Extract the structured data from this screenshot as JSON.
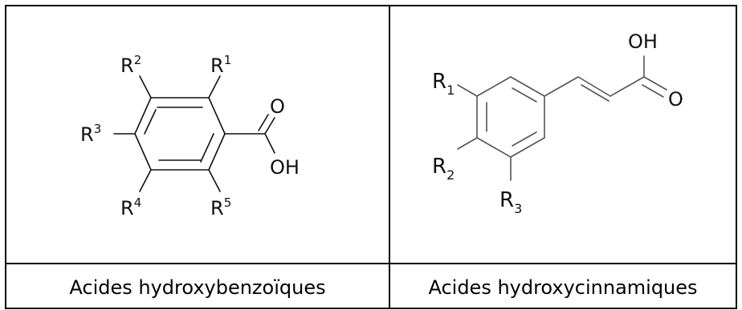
{
  "table": {
    "left": {
      "caption": "Acides hydroxybenzoïques",
      "labels": {
        "r1": "R",
        "r1_sup": "1",
        "r2": "R",
        "r2_sup": "2",
        "r3": "R",
        "r3_sup": "3",
        "r4": "R",
        "r4_sup": "4",
        "r5": "R",
        "r5_sup": "5",
        "o": "O",
        "oh": "OH"
      }
    },
    "right": {
      "caption": "Acides hydroxycinnamiques",
      "labels": {
        "r1": "R",
        "r1_sub": "1",
        "r2": "R",
        "r2_sub": "2",
        "r3": "R",
        "r3_sub": "3",
        "oh": "OH",
        "o": "O"
      }
    }
  }
}
